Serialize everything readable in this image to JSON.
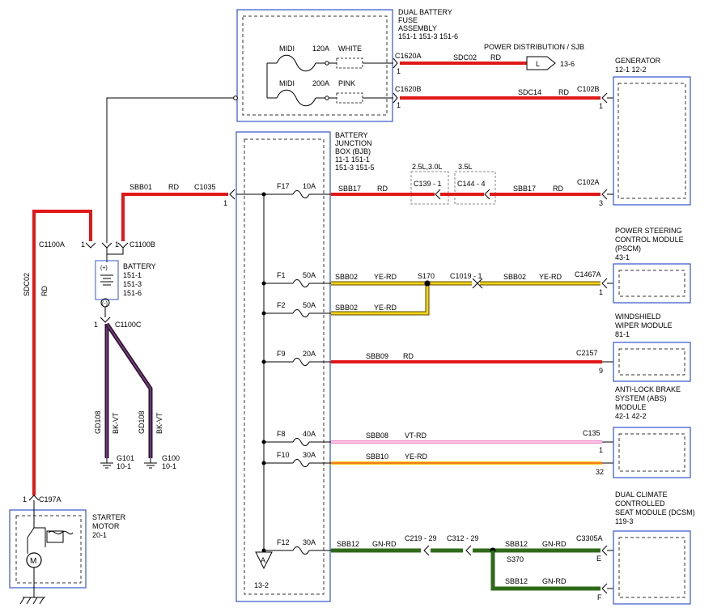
{
  "fuse_assembly": {
    "title_1": "DUAL BATTERY",
    "title_2": "FUSE",
    "title_3": "ASSEMBLY",
    "refs": "151-1  151-3   151-6",
    "midi_1": "MIDI",
    "rating_1": "120A",
    "color_1": "WHITE",
    "midi_2": "MIDI",
    "rating_2": "200A",
    "color_2": "PINK"
  },
  "power_dist": {
    "conn": "C1620A",
    "pin": "1",
    "circuit": "SDC02",
    "wire_color": "RD",
    "title": "POWER DISTRIBUTION / SJB",
    "label_box": "L",
    "ref": "13-6"
  },
  "generator": {
    "title": "GENERATOR",
    "refs": "12-1    12-2",
    "conn_a": "C1620B",
    "pin_a": "1",
    "circuit": "SDC14",
    "wire_color": "RD",
    "conn_b": "C102B",
    "pin_b": "1",
    "conn_c": "C102A",
    "pin_c": "3"
  },
  "bjb": {
    "title_1": "BATTERY",
    "title_2": "JUNCTION",
    "title_3": "BOX (BJB)",
    "refs_1": "11-1    151-1",
    "refs_2": "151-3  151-5",
    "ground_letter": "A",
    "ground_ref": "13-2"
  },
  "fuses": [
    {
      "id": "F17",
      "rating": "10A"
    },
    {
      "id": "F1",
      "rating": "50A"
    },
    {
      "id": "F2",
      "rating": "50A"
    },
    {
      "id": "F9",
      "rating": "20A"
    },
    {
      "id": "F8",
      "rating": "40A"
    },
    {
      "id": "F10",
      "rating": "30A"
    },
    {
      "id": "F12",
      "rating": "30A"
    }
  ],
  "f17_circuit": {
    "circuit": "SBB17",
    "color": "RD",
    "engine_1": "2.5L,3.0L",
    "conn_1": "C139 - 1",
    "engine_2": "3.5L",
    "conn_2": "C144 - 4",
    "circuit_2": "SBB17",
    "color_2": "RD"
  },
  "battery_feed": {
    "circuit": "SBB01",
    "color": "RD",
    "conn": "C1035",
    "pin": "1"
  },
  "battery": {
    "title": "BATTERY",
    "refs_1": "151-1",
    "refs_2": "151-3",
    "refs_3": "151-6",
    "pos": "(+)",
    "neg": "(-)",
    "conn_a": "C1100A",
    "pin_a": "1",
    "conn_b": "C1100B",
    "pin_b": "1",
    "conn_c": "C1100C",
    "pin_c": "1"
  },
  "starter_feed": {
    "circuit": "SDC02",
    "color": "RD"
  },
  "grounds": [
    {
      "circuit": "GD108",
      "color": "BK-VT",
      "name": "G101",
      "ref": "10-1"
    },
    {
      "circuit": "GD108",
      "color": "BK-VT",
      "name": "G100",
      "ref": "10-1"
    }
  ],
  "starter": {
    "conn": "C197A",
    "pin": "1",
    "title_1": "STARTER",
    "title_2": "MOTOR",
    "ref": "20-1"
  },
  "pscm": {
    "title_1": "POWER STEERING",
    "title_2": "CONTROL MODULE",
    "title_3": "(PSCM)",
    "ref": "43-1",
    "circuit_a": "SBB02",
    "color_a": "YE-RD",
    "splice": "S170",
    "inline_conn": "C1019 - 1",
    "circuit_b": "SBB02",
    "color_b": "YE-RD",
    "conn": "C1467A",
    "pin": "1",
    "circuit_f2": "SBB02",
    "color_f2": "YE-RD"
  },
  "wiper": {
    "title_1": "WINDSHIELD",
    "title_2": "WIPER MODULE",
    "ref": "81-1",
    "circuit": "SBB09",
    "color": "RD",
    "conn": "C2157",
    "pin": "9"
  },
  "abs": {
    "title_1": "ANTI-LOCK BRAKE",
    "title_2": "SYSTEM (ABS)",
    "title_3": "MODULE",
    "refs": "42-1  42-2",
    "circuit_a": "SBB08",
    "color_a": "VT-RD",
    "conn": "C135",
    "pin_a": "1",
    "circuit_b": "SBB10",
    "color_b": "YE-RD",
    "pin_b": "32"
  },
  "dcsm": {
    "title_1": "DUAL CLIMATE",
    "title_2": "CONTROLLED",
    "title_3": "SEAT MODULE (DCSM)",
    "ref": "119-3",
    "circuit_a": "SBB12",
    "color_a": "GN-RD",
    "conn_1": "C219 - 29",
    "conn_2": "C312 - 29",
    "circuit_b": "SBB12",
    "color_b": "GN-RD",
    "conn": "C3305A",
    "splice": "S370",
    "pin_e": "E",
    "circuit_c": "SBB12",
    "color_c": "GN-RD",
    "pin_f": "F"
  }
}
